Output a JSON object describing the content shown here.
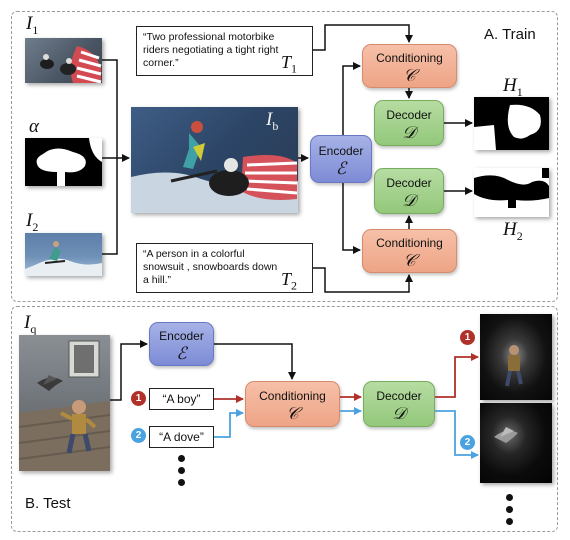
{
  "train": {
    "title": "A. Train",
    "labels": {
      "i1": "I",
      "i1_sub": "1",
      "alpha": "α",
      "i2": "I",
      "i2_sub": "2",
      "ib": "I",
      "ib_sub": "b",
      "h1": "H",
      "h1_sub": "1",
      "h2": "H",
      "h2_sub": "2",
      "t1": "T",
      "t1_sub": "1",
      "t2": "T",
      "t2_sub": "2"
    },
    "caption1": "“Two professional motorbike riders negotiating a tight right corner.”",
    "caption2": "“A person in a colorful snowsuit , snowboards down a hill.”",
    "encoder": {
      "name": "Encoder",
      "symbol": "ℰ"
    },
    "conditioning": {
      "name": "Conditioning",
      "symbol": "𝒞"
    },
    "decoder": {
      "name": "Decoder",
      "symbol": "𝒟"
    }
  },
  "test": {
    "title": "B. Test",
    "labels": {
      "iq": "I",
      "iq_sub": "q"
    },
    "prompt1": "“A boy”",
    "prompt2": "“A dove”",
    "badge1": "1",
    "badge2": "2",
    "encoder": {
      "name": "Encoder",
      "symbol": "ℰ"
    },
    "conditioning": {
      "name": "Conditioning",
      "symbol": "𝒞"
    },
    "decoder": {
      "name": "Decoder",
      "symbol": "𝒟"
    }
  },
  "colors": {
    "path1": "#b0302a",
    "path2": "#4aa3e0",
    "encoder": "#8e9ade",
    "conditioning": "#f1b196",
    "decoder": "#a3d18d"
  }
}
